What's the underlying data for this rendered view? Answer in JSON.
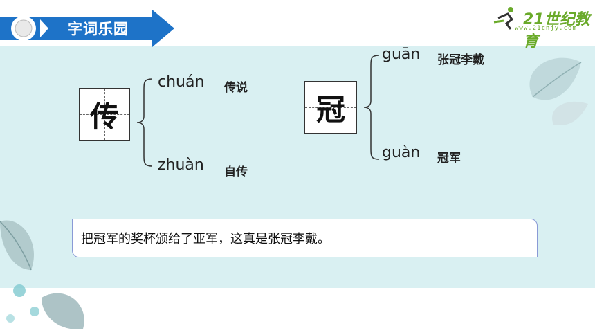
{
  "header": {
    "title": "字词乐园"
  },
  "logo": {
    "main": "21世纪教育",
    "sub": "www.21cnjy.com"
  },
  "entries": [
    {
      "char": "传",
      "readings": [
        {
          "pinyin": "chuán",
          "word": "传说"
        },
        {
          "pinyin": "zhuàn",
          "word": "自传"
        }
      ]
    },
    {
      "char": "冠",
      "readings": [
        {
          "pinyin": "guān",
          "word": "张冠李戴"
        },
        {
          "pinyin": "guàn",
          "word": "冠军"
        }
      ]
    }
  ],
  "sentence": "把冠军的奖杯颁给了亚军，这真是张冠李戴。",
  "colors": {
    "header_blue": "#1e73c8",
    "panel": "#d9f0f2",
    "logo_green": "#6aaa2a"
  }
}
